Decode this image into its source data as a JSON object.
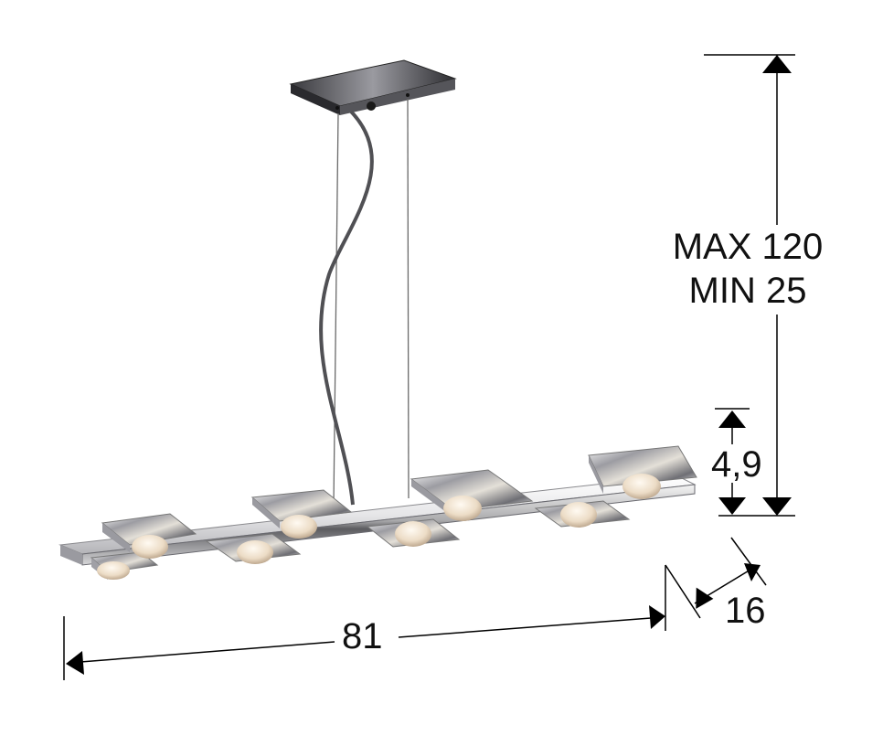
{
  "dimensions": {
    "height_max": "MAX 120",
    "height_min": "MIN 25",
    "bar_height": "4,9",
    "depth": "16",
    "length": "81"
  },
  "lamp": {
    "light_count": 8,
    "finish_color": "#c0c0c0",
    "glass_color": "#e8e8ea",
    "bulb_color": "#eadcc8"
  },
  "colors": {
    "dimension_line": "#000000"
  }
}
